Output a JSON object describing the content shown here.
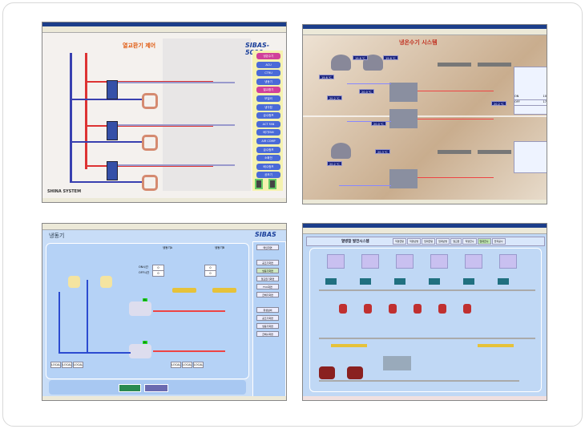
{
  "panel1": {
    "title": "열교환기 제어",
    "brand": "SIBAS-5000",
    "company": "SHINA SYSTEM",
    "menu": [
      "냉온수기",
      "ACU",
      "CTRU",
      "냉동기",
      "열교환기",
      "보일러",
      "냉각탑",
      "급수펌프",
      "ACT FAN",
      "배기FAN",
      "AIR COMP",
      "급수펌프",
      "소화전",
      "배수펌프",
      "공조기"
    ]
  },
  "panel2": {
    "title": "냉온수기 시스템",
    "readings": [
      "19.6 ℃",
      "19.6 ℃",
      "19.6 ℃",
      "20.0 ℃",
      "20.2 ℃",
      "20.0 ℃",
      "20.3 ℃",
      "20.2 ℃",
      "20.2 ℃"
    ],
    "table": {
      "rows": [
        {
          "label": "ON",
          "value": "10"
        },
        {
          "label": "OFF",
          "value": "17"
        }
      ]
    }
  },
  "panel3": {
    "title": "냉동기",
    "brand": "SIBAS",
    "units": [
      "냉동기A",
      "냉동기B"
    ],
    "on_label": "ON시간",
    "off_label": "OFF시간",
    "zero": "0",
    "al": "AL",
    "local": "LOCAL",
    "side_buttons": [
      "메인화면",
      "공조기화면",
      "냉동기화면",
      "열교환기화면",
      "FCU화면",
      "급배기화면",
      "위생설비",
      "공조기화면",
      "냉동기화면",
      "급배수화면"
    ]
  },
  "panel4": {
    "title": "열병합 발전시스템",
    "tabs": [
      "직영급탕",
      "직영난방",
      "임대급탕",
      "임대난방",
      "열교환",
      "직영급수",
      "임대급수",
      "전력공사"
    ]
  },
  "colors": {
    "hot_pipe": "#e53935",
    "cold_pipe": "#3949ab",
    "panel_bg": "#b8d4f5"
  }
}
